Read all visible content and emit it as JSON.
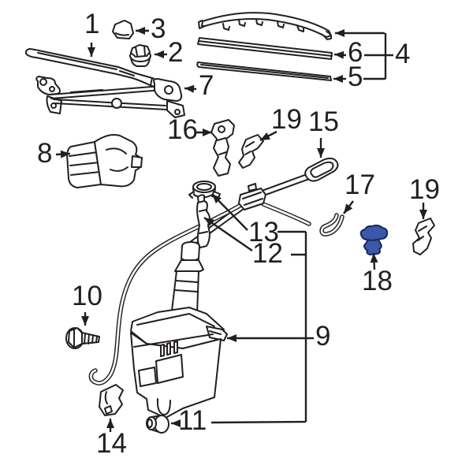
{
  "diagram": {
    "background_color": "#ffffff",
    "line_color": "#231f20",
    "highlight_fill": "#3b59a9",
    "highlight_outline": "#17275e",
    "highlighted_callout": "18",
    "callouts": {
      "n1": "1",
      "n2": "2",
      "n3": "3",
      "n4": "4",
      "n5": "5",
      "n6": "6",
      "n7": "7",
      "n8": "8",
      "n9": "9",
      "n10": "10",
      "n11": "11",
      "n12": "12",
      "n13": "13",
      "n14": "14",
      "n15": "15",
      "n16": "16",
      "n17": "17",
      "n18": "18",
      "n19a": "19",
      "n19b": "19"
    }
  }
}
